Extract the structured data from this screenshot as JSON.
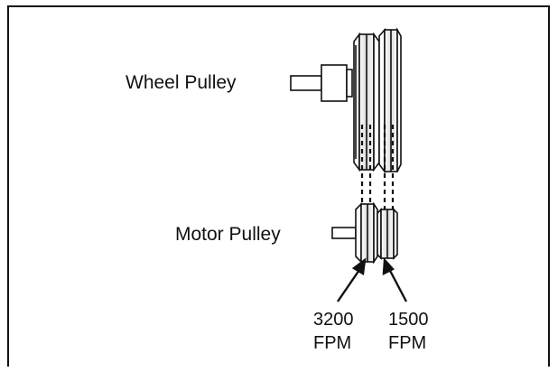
{
  "labels": {
    "wheel_pulley": "Wheel Pulley",
    "motor_pulley": "Motor Pulley"
  },
  "speeds": [
    {
      "value": "3200",
      "unit": "FPM"
    },
    {
      "value": "1500",
      "unit": "FPM"
    }
  ],
  "colors": {
    "stroke": "#111111",
    "background": "#ffffff"
  }
}
